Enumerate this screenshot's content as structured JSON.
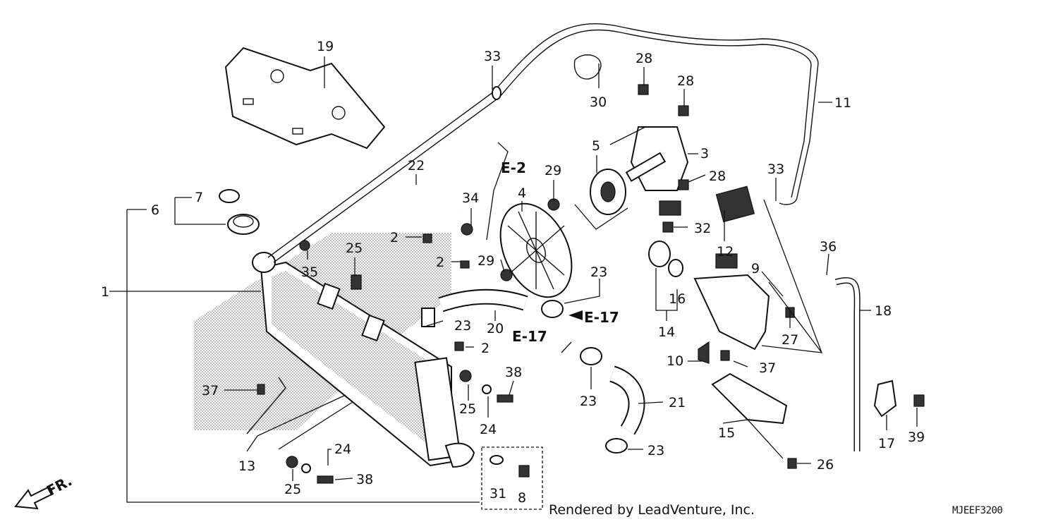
{
  "callouts": {
    "c1": "1",
    "c2a": "2",
    "c2b": "2",
    "c2c": "2",
    "c3": "3",
    "c4": "4",
    "c5": "5",
    "c6": "6",
    "c7": "7",
    "c8": "8",
    "c9": "9",
    "c10": "10",
    "c11": "11",
    "c12": "12",
    "c13": "13",
    "c14": "14",
    "c15": "15",
    "c16": "16",
    "c17": "17",
    "c18": "18",
    "c19": "19",
    "c20": "20",
    "c21": "21",
    "c22": "22",
    "c23a": "23",
    "c23b": "23",
    "c23c": "23",
    "c23d": "23",
    "c24a": "24",
    "c24b": "24",
    "c25a": "25",
    "c25b": "25",
    "c25c": "25",
    "c26": "26",
    "c27": "27",
    "c28a": "28",
    "c28b": "28",
    "c28c": "28",
    "c29a": "29",
    "c29b": "29",
    "c30": "30",
    "c31": "31",
    "c32": "32",
    "c33a": "33",
    "c33b": "33",
    "c34": "34",
    "c35": "35",
    "c36": "36",
    "c37a": "37",
    "c37b": "37",
    "c38a": "38",
    "c38b": "38",
    "c39": "39"
  },
  "references": {
    "e2": "E-2",
    "e17a": "E-17",
    "e17b": "E-17"
  },
  "direction_label": "FR.",
  "credit": "Rendered by LeadVenture, Inc.",
  "diagram_code": "MJEEF3200"
}
